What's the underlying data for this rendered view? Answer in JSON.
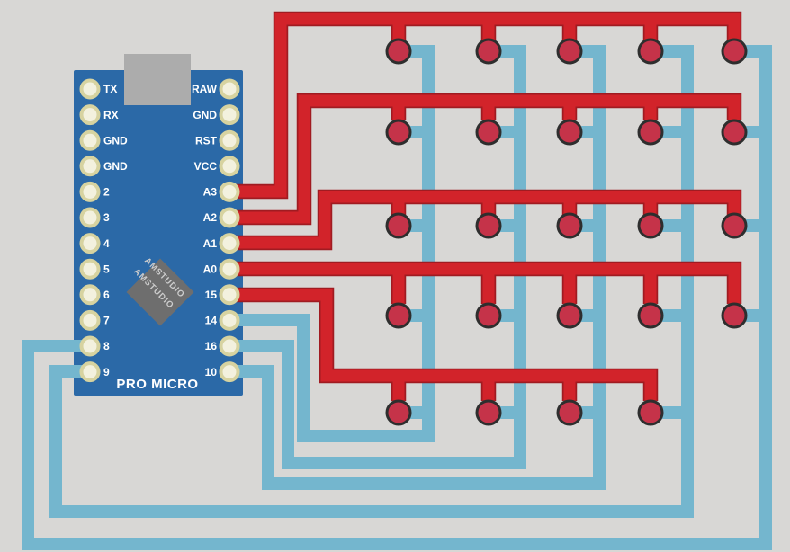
{
  "meta": {
    "description": "Wiring diagram of a Pro Micro microcontroller driving a 5x5 push-button keypad matrix (24 buttons, bottom-right button absent)"
  },
  "colors": {
    "background": "#D8D7D5",
    "board": "#2B69A7",
    "usb": "#ACACAC",
    "chip": "#6E6E6E",
    "chip_text": "#CDCDCD",
    "pin_ring": "#D7D3A0",
    "pin_fill": "#F3F1DE",
    "pin_label": "#FFFFFF",
    "wire_red": "#D2232A",
    "wire_red_outline": "#A01B21",
    "wire_blue": "#74B6CE",
    "button_fill": "#C53349",
    "button_outline": "#2E2E2E"
  },
  "board": {
    "label": "PRO MICRO",
    "chip_label": "AMSTUDIO",
    "left_pins": [
      "TX",
      "RX",
      "GND",
      "GND",
      "2",
      "3",
      "4",
      "5",
      "6",
      "7",
      "8",
      "9"
    ],
    "right_pins": [
      "RAW",
      "GND",
      "RST",
      "VCC",
      "A3",
      "A2",
      "A1",
      "A0",
      "15",
      "14",
      "16",
      "10"
    ]
  },
  "matrix": {
    "rows": 5,
    "cols": 5,
    "col_x": [
      443,
      543,
      633,
      723,
      816
    ],
    "row_y": [
      57,
      147,
      251,
      351,
      459
    ],
    "button_radius": 13,
    "missing_buttons": [
      {
        "row": 5,
        "col": 5
      }
    ],
    "button_count": 24
  },
  "nets": {
    "row_wires": [
      {
        "pin": "A3",
        "connects": "row 1",
        "color": "red"
      },
      {
        "pin": "A2",
        "connects": "row 2",
        "color": "red"
      },
      {
        "pin": "A1",
        "connects": "row 3",
        "color": "red"
      },
      {
        "pin": "A0",
        "connects": "row 4",
        "color": "red"
      },
      {
        "pin": "15",
        "connects": "row 5",
        "color": "red"
      }
    ],
    "column_wires": [
      {
        "pin": "14",
        "connects": "column 1",
        "color": "blue"
      },
      {
        "pin": "16",
        "connects": "column 2",
        "color": "blue"
      },
      {
        "pin": "10",
        "connects": "column 3",
        "color": "blue"
      },
      {
        "pin": "9",
        "connects": "column 4",
        "color": "blue"
      },
      {
        "pin": "8",
        "connects": "column 5",
        "color": "blue"
      }
    ]
  }
}
